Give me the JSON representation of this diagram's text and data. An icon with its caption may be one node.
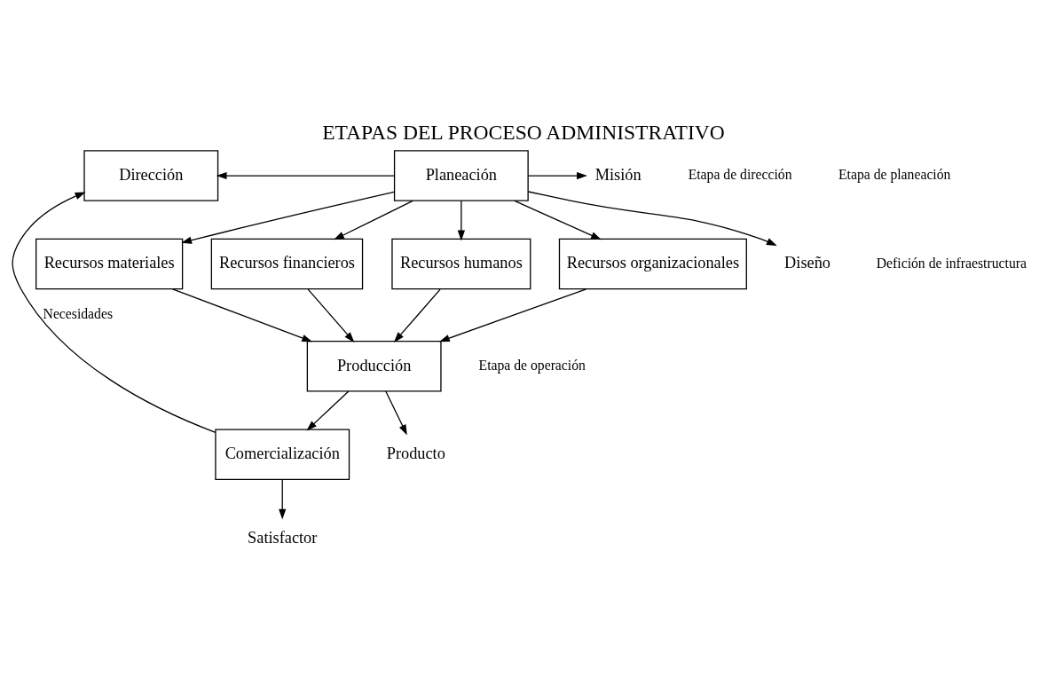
{
  "diagram": {
    "title": "ETAPAS DEL PROCESO ADMINISTRATIVO",
    "nodes": [
      {
        "text": [
          "Dirección"
        ]
      },
      {
        "text": [
          "Planeación"
        ]
      },
      {
        "text": [
          "Recursos materiales"
        ]
      },
      {
        "text": [
          "Recursos financieros"
        ]
      },
      {
        "text": [
          "Recursos humanos"
        ]
      },
      {
        "text": [
          "Recursos organizacionales"
        ]
      },
      {
        "text": [
          "Producción"
        ]
      },
      {
        "text": [
          "Comercialización"
        ]
      },
      {
        "text": [
          "Misión"
        ]
      },
      {
        "text": [
          "Diseño"
        ]
      },
      {
        "text": [
          "Producto"
        ]
      },
      {
        "text": [
          "Satisfactor"
        ]
      }
    ],
    "edges": [
      {
        "from": 1,
        "to": 0,
        "arrow": "to"
      },
      {
        "from": 1,
        "to": 8,
        "arrow": "to"
      },
      {
        "from": 1,
        "to": 9,
        "arrow": "to"
      },
      {
        "from": 1,
        "to": 2,
        "arrow": "to"
      },
      {
        "from": 1,
        "to": 3,
        "arrow": "to"
      },
      {
        "from": 1,
        "to": 4,
        "arrow": "to"
      },
      {
        "from": 1,
        "to": 5,
        "arrow": "to"
      },
      {
        "from": 2,
        "to": 6,
        "arrow": "to"
      },
      {
        "from": 3,
        "to": 6,
        "arrow": "to"
      },
      {
        "from": 4,
        "to": 6,
        "arrow": "to"
      },
      {
        "from": 5,
        "to": 6,
        "arrow": "to"
      },
      {
        "from": 6,
        "to": 10,
        "arrow": "to"
      },
      {
        "from": 6,
        "to": 7,
        "arrow": "to"
      },
      {
        "from": 7,
        "to": 11,
        "arrow": "to"
      },
      {
        "from": 7,
        "to": 0,
        "arrow": "to",
        "label": "Necesidades"
      }
    ],
    "labels": [
      "Etapa de dirección",
      "Etapa de planeación",
      "Defición de infraestructura",
      "Etapa de operación"
    ]
  }
}
